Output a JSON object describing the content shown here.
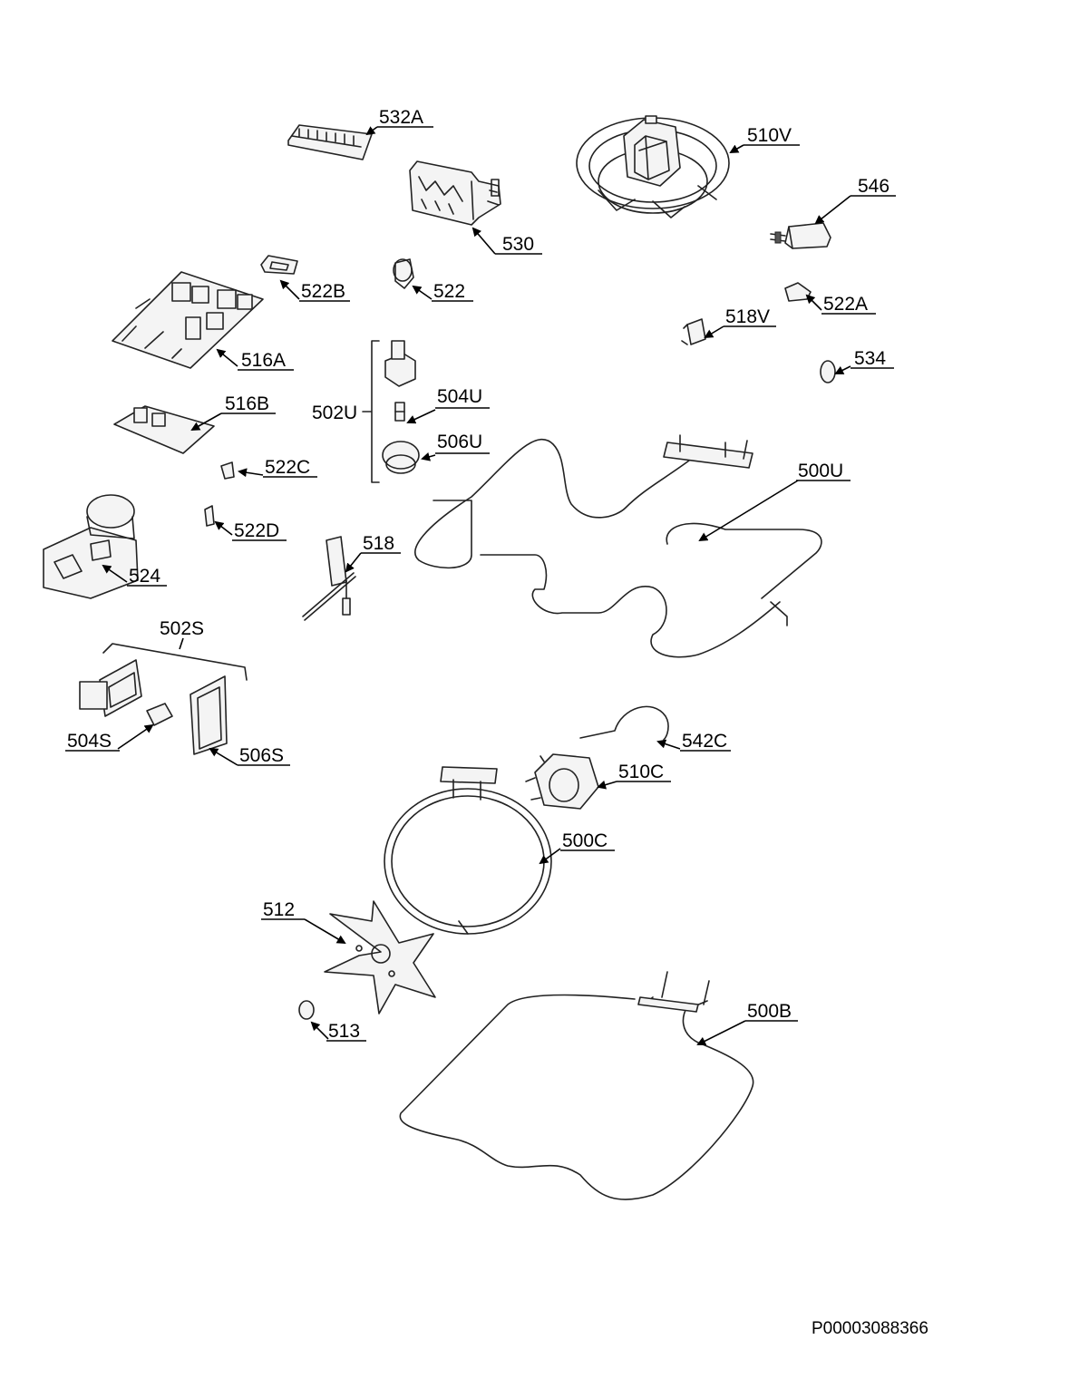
{
  "diagram": {
    "document_id": "P00003088366",
    "labels": {
      "p532A": "532A",
      "p510V": "510V",
      "p546": "546",
      "p530": "530",
      "p522B": "522B",
      "p522": "522",
      "p522A": "522A",
      "p518V": "518V",
      "p516A": "516A",
      "p534": "534",
      "p502U": "502U",
      "p504U": "504U",
      "p506U": "506U",
      "p516B": "516B",
      "p522C": "522C",
      "p500U": "500U",
      "p522D": "522D",
      "p518": "518",
      "p524": "524",
      "p502S": "502S",
      "p504S": "504S",
      "p506S": "506S",
      "p542C": "542C",
      "p510C": "510C",
      "p500C": "500C",
      "p512": "512",
      "p513": "513",
      "p500B": "500B"
    }
  }
}
